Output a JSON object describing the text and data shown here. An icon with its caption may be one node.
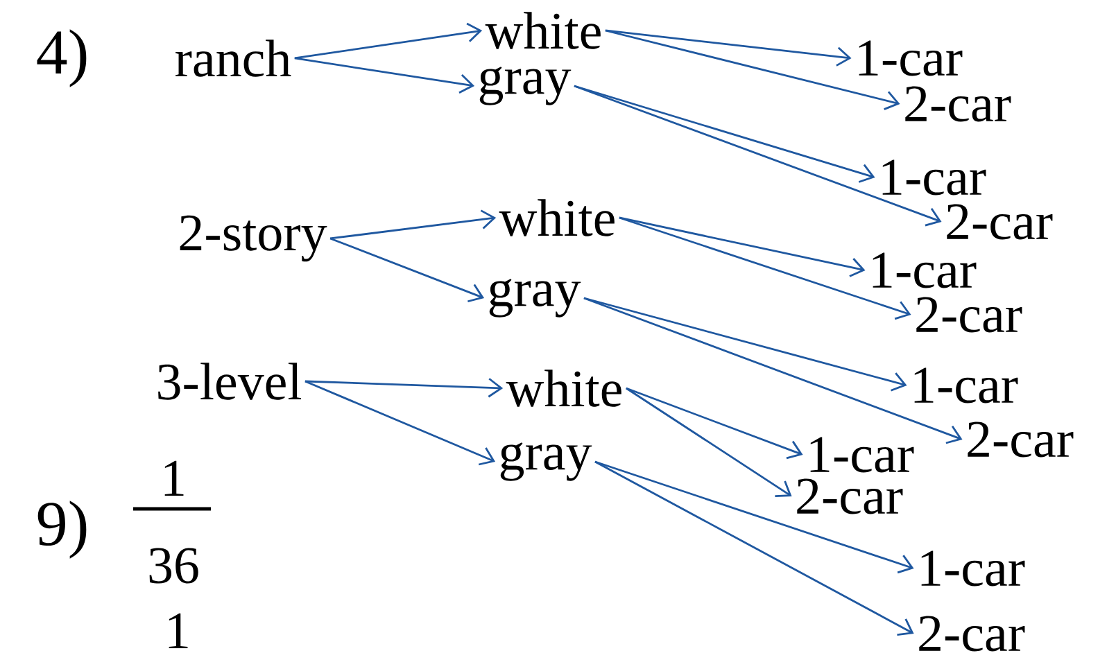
{
  "diagram": {
    "nodes": [
      {
        "text": [
          "ranch"
        ]
      },
      {
        "text": [
          "white"
        ]
      },
      {
        "text": [
          "gray"
        ]
      },
      {
        "text": [
          "1-car"
        ]
      },
      {
        "text": [
          "2-car"
        ]
      },
      {
        "text": [
          "1-car"
        ]
      },
      {
        "text": [
          "2-car"
        ]
      },
      {
        "text": [
          "2-story"
        ]
      },
      {
        "text": [
          "white"
        ]
      },
      {
        "text": [
          "gray"
        ]
      },
      {
        "text": [
          "1-car"
        ]
      },
      {
        "text": [
          "2-car"
        ]
      },
      {
        "text": [
          "1-car"
        ]
      },
      {
        "text": [
          "2-car"
        ]
      },
      {
        "text": [
          "3-level"
        ]
      },
      {
        "text": [
          "white"
        ]
      },
      {
        "text": [
          "gray"
        ]
      },
      {
        "text": [
          "1-car"
        ]
      },
      {
        "text": [
          "2-car"
        ]
      },
      {
        "text": [
          "1-car"
        ]
      },
      {
        "text": [
          "2-car"
        ]
      }
    ],
    "edges": [
      {
        "from": 0,
        "to": 1,
        "arrow": "to"
      },
      {
        "from": 0,
        "to": 2,
        "arrow": "to"
      },
      {
        "from": 1,
        "to": 3,
        "arrow": "to"
      },
      {
        "from": 1,
        "to": 4,
        "arrow": "to"
      },
      {
        "from": 2,
        "to": 5,
        "arrow": "to"
      },
      {
        "from": 2,
        "to": 6,
        "arrow": "to"
      },
      {
        "from": 7,
        "to": 8,
        "arrow": "to"
      },
      {
        "from": 7,
        "to": 9,
        "arrow": "to"
      },
      {
        "from": 8,
        "to": 10,
        "arrow": "to"
      },
      {
        "from": 8,
        "to": 11,
        "arrow": "to"
      },
      {
        "from": 9,
        "to": 12,
        "arrow": "to"
      },
      {
        "from": 9,
        "to": 13,
        "arrow": "to"
      },
      {
        "from": 14,
        "to": 15,
        "arrow": "to"
      },
      {
        "from": 14,
        "to": 16,
        "arrow": "to"
      },
      {
        "from": 15,
        "to": 17,
        "arrow": "to"
      },
      {
        "from": 15,
        "to": 18,
        "arrow": "to"
      },
      {
        "from": 16,
        "to": 19,
        "arrow": "to"
      },
      {
        "from": 16,
        "to": 20,
        "arrow": "to"
      }
    ],
    "labels": [
      "4)",
      "9)",
      "1",
      "36",
      "1"
    ]
  }
}
